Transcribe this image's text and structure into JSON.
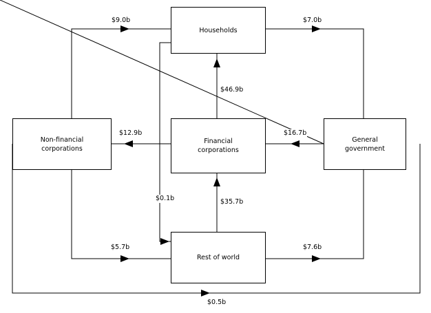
{
  "diagram": {
    "type": "flow-diagram",
    "title": "",
    "nodes": [
      {
        "id": "households",
        "label_line1": "Households",
        "label_line2": ""
      },
      {
        "id": "non-financial-corporations",
        "label_line1": "Non-financial",
        "label_line2": "corporations"
      },
      {
        "id": "financial-corporations",
        "label_line1": "Financial",
        "label_line2": "corporations"
      },
      {
        "id": "general-government",
        "label_line1": "General",
        "label_line2": "government"
      },
      {
        "id": "rest-of-world",
        "label_line1": "Rest of world",
        "label_line2": ""
      }
    ],
    "flows": [
      {
        "id": "households-to-nonfinancial",
        "value": "$9.0b"
      },
      {
        "id": "households-to-generalgovernment",
        "value": "$7.0b"
      },
      {
        "id": "financial-to-households",
        "value": "$46.9b"
      },
      {
        "id": "financial-to-nonfinancial",
        "value": "$12.9b"
      },
      {
        "id": "generalgovernment-to-financial",
        "value": "$16.7b"
      },
      {
        "id": "restofworld-to-households",
        "value": "$0.1b"
      },
      {
        "id": "restofworld-to-financial",
        "value": "$35.7b"
      },
      {
        "id": "nonfinancial-to-restofworld",
        "value": "$5.7b"
      },
      {
        "id": "restofworld-to-generalgovernment",
        "value": "$7.6b"
      },
      {
        "id": "generalgovernment-to-nonfinancial",
        "value": "$0.5b"
      }
    ]
  }
}
